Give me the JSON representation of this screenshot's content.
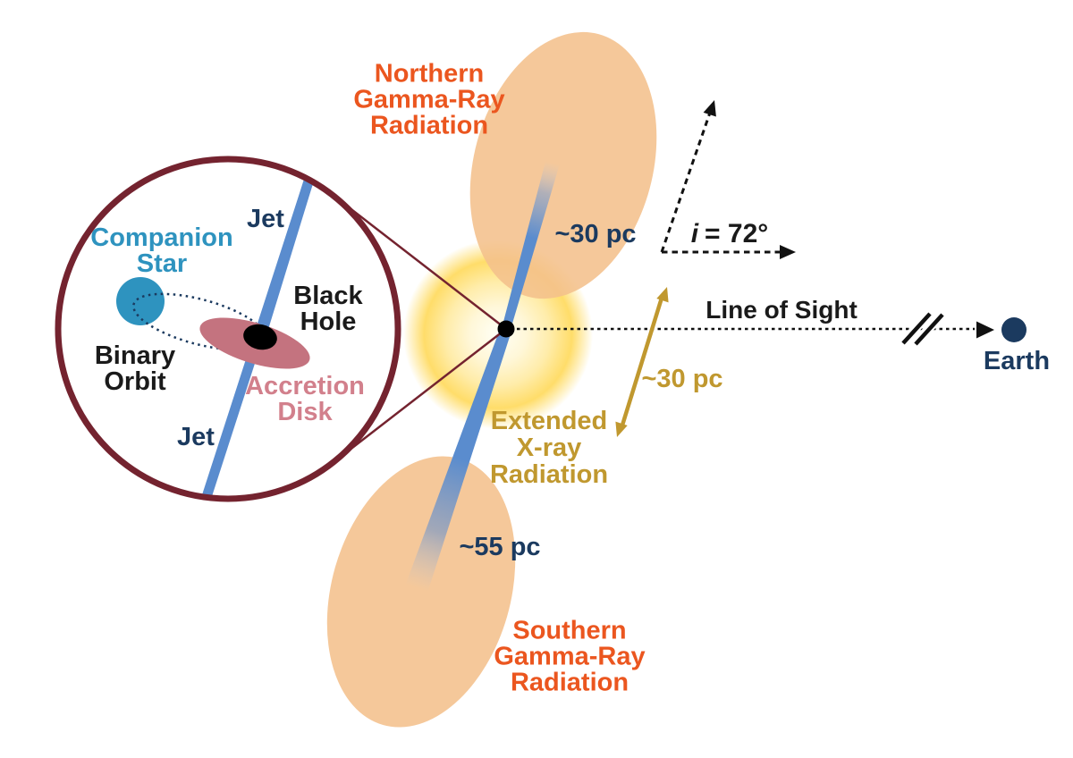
{
  "title": "Microquasar jet geometry diagram",
  "palette": {
    "navy": "#1B3A5F",
    "jet_blue": "#5A8CCE",
    "star_blue": "#2E93BF",
    "maroon": "#74232F",
    "disk_rose": "#C4737F",
    "disk_label_rose": "#D2808C",
    "gamma_lobe_fill": "#F4C08C",
    "gamma_text_orange": "#EB561F",
    "xray_gold": "#C0982F",
    "glow_yellow": "#FFDB62",
    "black": "#1A1A1A"
  },
  "inset": {
    "labels": {
      "jet_top": "Jet",
      "jet_bottom": "Jet",
      "companion_star": {
        "line1": "Companion",
        "line2": "Star"
      },
      "black_hole": {
        "line1": "Black",
        "line2": "Hole"
      },
      "binary_orbit": {
        "line1": "Binary",
        "line2": "Orbit"
      },
      "accretion_disk": {
        "line1": "Accretion",
        "line2": "Disk"
      }
    }
  },
  "main": {
    "northern_gamma": {
      "line1": "Northern",
      "line2": "Gamma-Ray",
      "line3": "Radiation"
    },
    "southern_gamma": {
      "line1": "Southern",
      "line2": "Gamma-Ray",
      "line3": "Radiation"
    },
    "extended_xray": {
      "line1": "Extended",
      "line2": "X-ray",
      "line3": "Radiation"
    },
    "northern_jet_extent": "~30 pc",
    "southern_jet_extent": "~55 pc",
    "xray_extent": "~30 pc",
    "line_of_sight": "Line of Sight",
    "earth": "Earth",
    "inclination": {
      "symbol": "i",
      "value": "= 72°"
    }
  }
}
